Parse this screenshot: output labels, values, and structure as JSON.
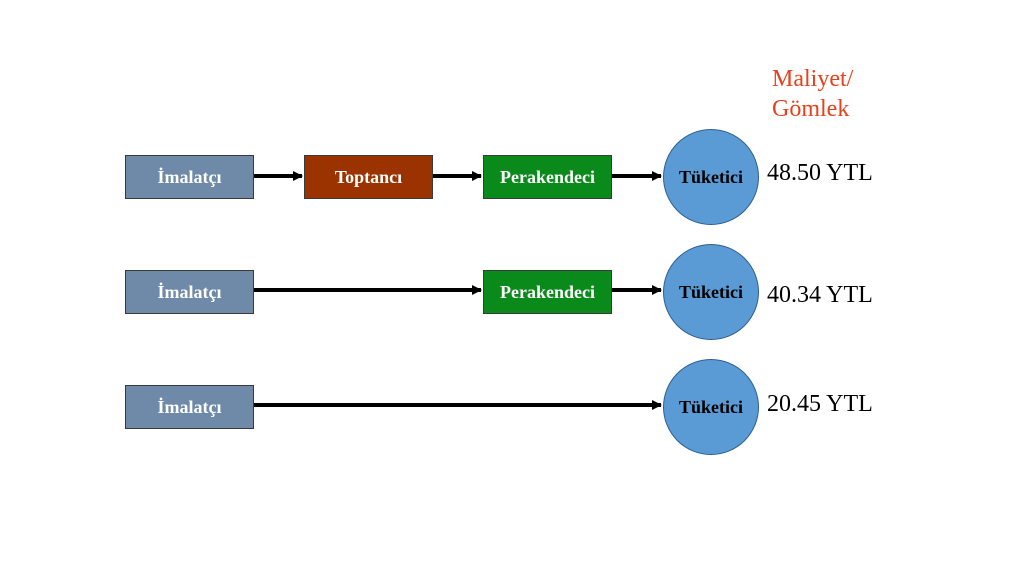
{
  "colors": {
    "manufacturer": "#6e8aa8",
    "wholesaler": "#9a3300",
    "retailer": "#0a8a1a",
    "consumer": "#5b9bd5",
    "header_text": "#e8401c"
  },
  "header": {
    "line1": "Maliyet/",
    "line2": "Gömlek"
  },
  "rows": [
    {
      "manufacturer": "İmalatçı",
      "wholesaler": "Toptancı",
      "retailer": "Perakendeci",
      "consumer": "Tüketici",
      "cost": "48.50 YTL"
    },
    {
      "manufacturer": "İmalatçı",
      "retailer": "Perakendeci",
      "consumer": "Tüketici",
      "cost": "40.34 YTL"
    },
    {
      "manufacturer": "İmalatçı",
      "consumer": "Tüketici",
      "cost": "20.45 YTL"
    }
  ]
}
